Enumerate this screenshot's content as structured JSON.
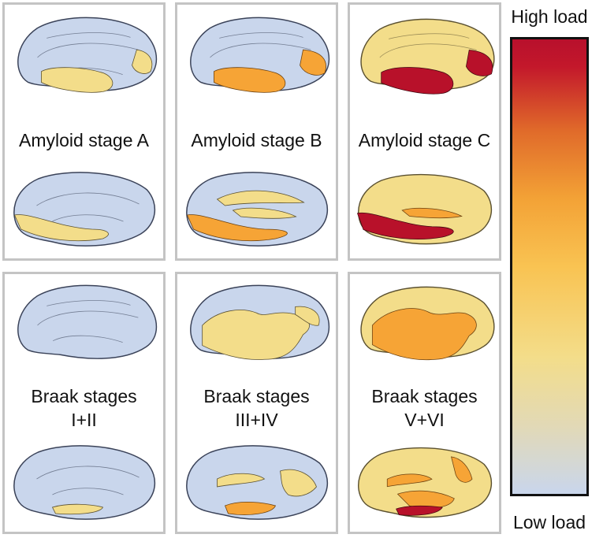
{
  "colors": {
    "base": "#c9d6ec",
    "low": "#f3dd8a",
    "medium": "#f6a436",
    "high": "#b8112a",
    "panel_border": "#c4c4c4"
  },
  "panels": [
    {
      "label_line1": "Amyloid stage A",
      "label_line2": ""
    },
    {
      "label_line1": "Amyloid stage B",
      "label_line2": ""
    },
    {
      "label_line1": "Amyloid stage C",
      "label_line2": ""
    },
    {
      "label_line1": "Braak stages",
      "label_line2": "I+II"
    },
    {
      "label_line1": "Braak stages",
      "label_line2": "III+IV"
    },
    {
      "label_line1": "Braak stages",
      "label_line2": "V+VI"
    }
  ],
  "colorbar": {
    "top_label": "High load",
    "bottom_label": "Low load"
  }
}
